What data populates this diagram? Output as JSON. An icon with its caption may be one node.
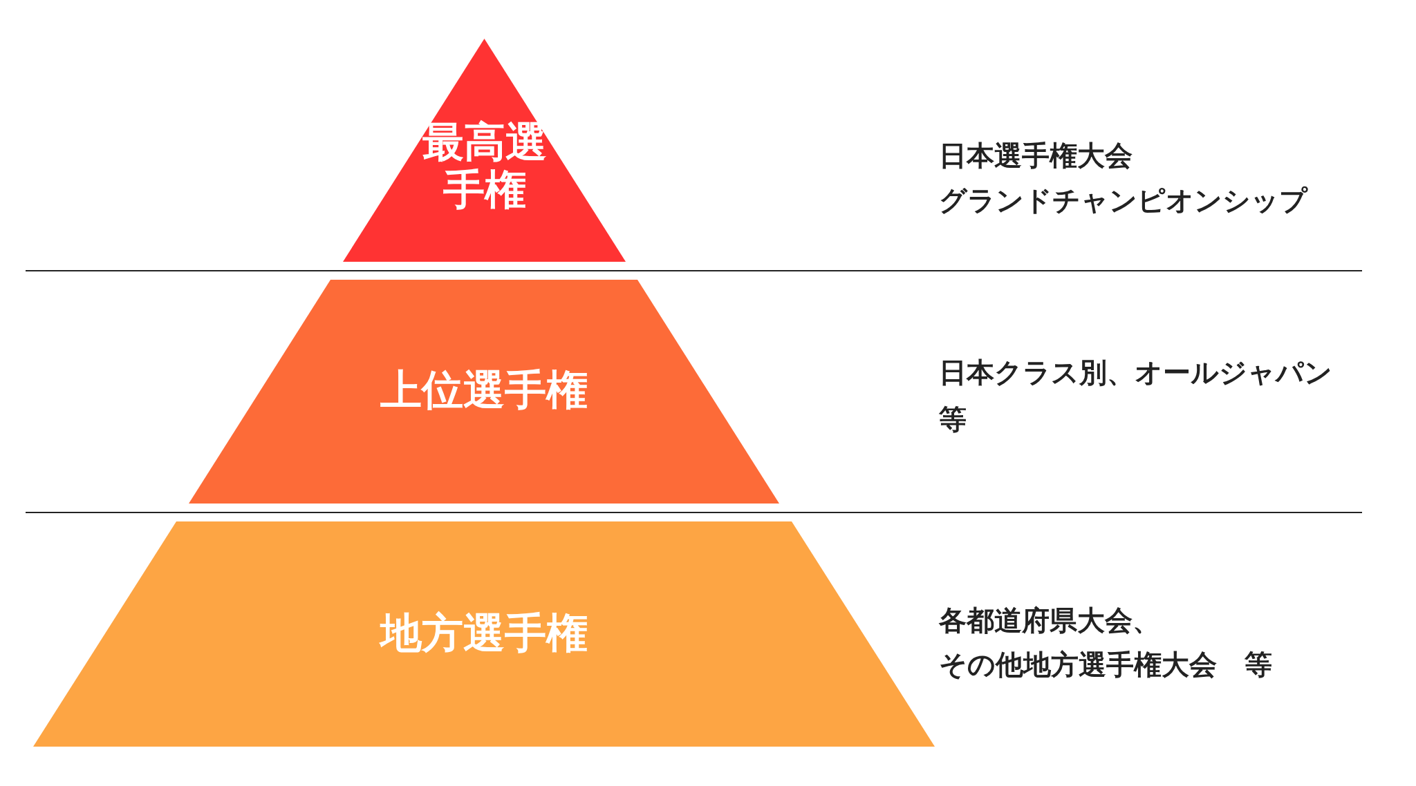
{
  "diagram": {
    "nodes": [
      {
        "text": [
          "最高選手権"
        ],
        "beside": [
          "日本選手権大会",
          "グランドチャンピオンシップ"
        ]
      },
      {
        "text": [
          "上位選手権"
        ],
        "beside": [
          "日本クラス別、オールジャパン",
          "等"
        ]
      },
      {
        "text": [
          "地方選手権"
        ],
        "beside": [
          "各都道府県大会、",
          "その他地方選手権大会　等"
        ]
      }
    ],
    "edges": []
  }
}
